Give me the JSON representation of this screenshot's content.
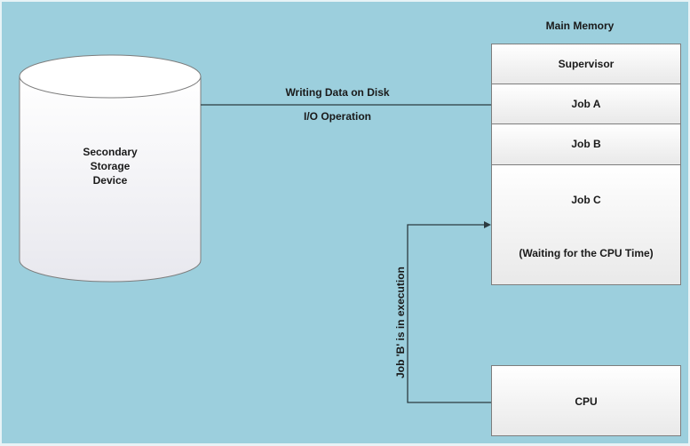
{
  "storage": {
    "line1": "Secondary",
    "line2": "Storage",
    "line3": "Device"
  },
  "connection": {
    "top_label": "Writing Data on Disk",
    "bottom_label": "I/O Operation"
  },
  "memory": {
    "title": "Main Memory",
    "blocks": [
      {
        "label": "Supervisor"
      },
      {
        "label": "Job A"
      },
      {
        "label": "Job B"
      },
      {
        "label": "Job C",
        "sublabel": "(Waiting for the CPU Time)"
      }
    ]
  },
  "cpu": {
    "label": "CPU"
  },
  "execution_label": "Job 'B' is in execution",
  "colors": {
    "background": "#9ccfdd",
    "box_border": "#7d7d7d",
    "line": "#2b3a40"
  }
}
